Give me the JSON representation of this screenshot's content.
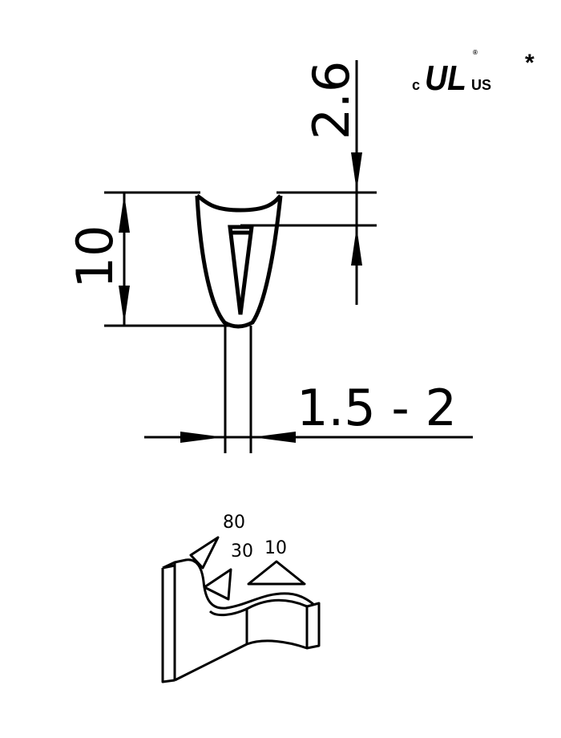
{
  "dimensions": {
    "height": "10",
    "strip_length": "2.6",
    "wire_range": "1.5 - 2"
  },
  "certification": {
    "prefix": "c",
    "mark": "UL",
    "suffix": "US",
    "registered": "®",
    "note_marker": "*"
  },
  "angles": {
    "a1": "80",
    "a2": "30",
    "a3": "10"
  }
}
